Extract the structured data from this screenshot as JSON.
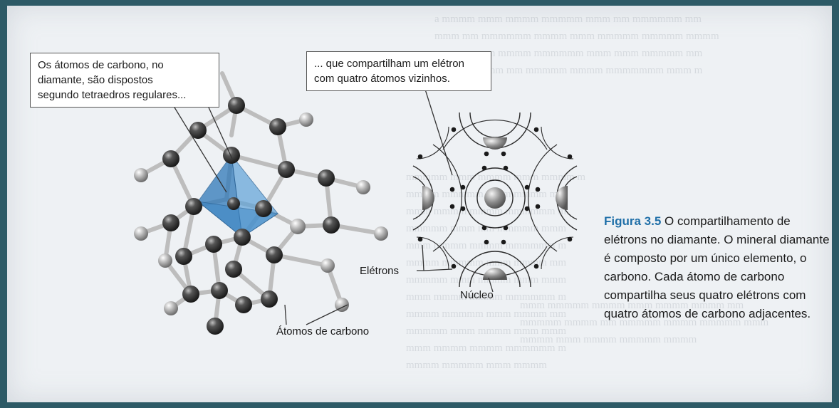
{
  "callouts": {
    "left": "Os átomos de carbono, no\ndiamante, são dispostos\nsegundo tetraedros regulares...",
    "right": "... que compartilham um elétron\ncom quatro átomos vizinhos."
  },
  "labels": {
    "eletrons": "Elétrons",
    "nucleo": "Núcleo",
    "atomos": "Átomos de carbono"
  },
  "caption": {
    "figure": "Figura 3.5",
    "text": "O compartilhamento de elétrons no diamante. O mineral diamante é composto por um único elemento, o carbono. Cada átomo de carbono compartilha seus quatro elétrons com quatro átomos de carbono adjacentes."
  },
  "colors": {
    "page_bg": "#eef1f4",
    "frame_bg": "#2d5a66",
    "figure_label": "#1f6fa8",
    "tetrahedron": "#4a8fc8"
  }
}
